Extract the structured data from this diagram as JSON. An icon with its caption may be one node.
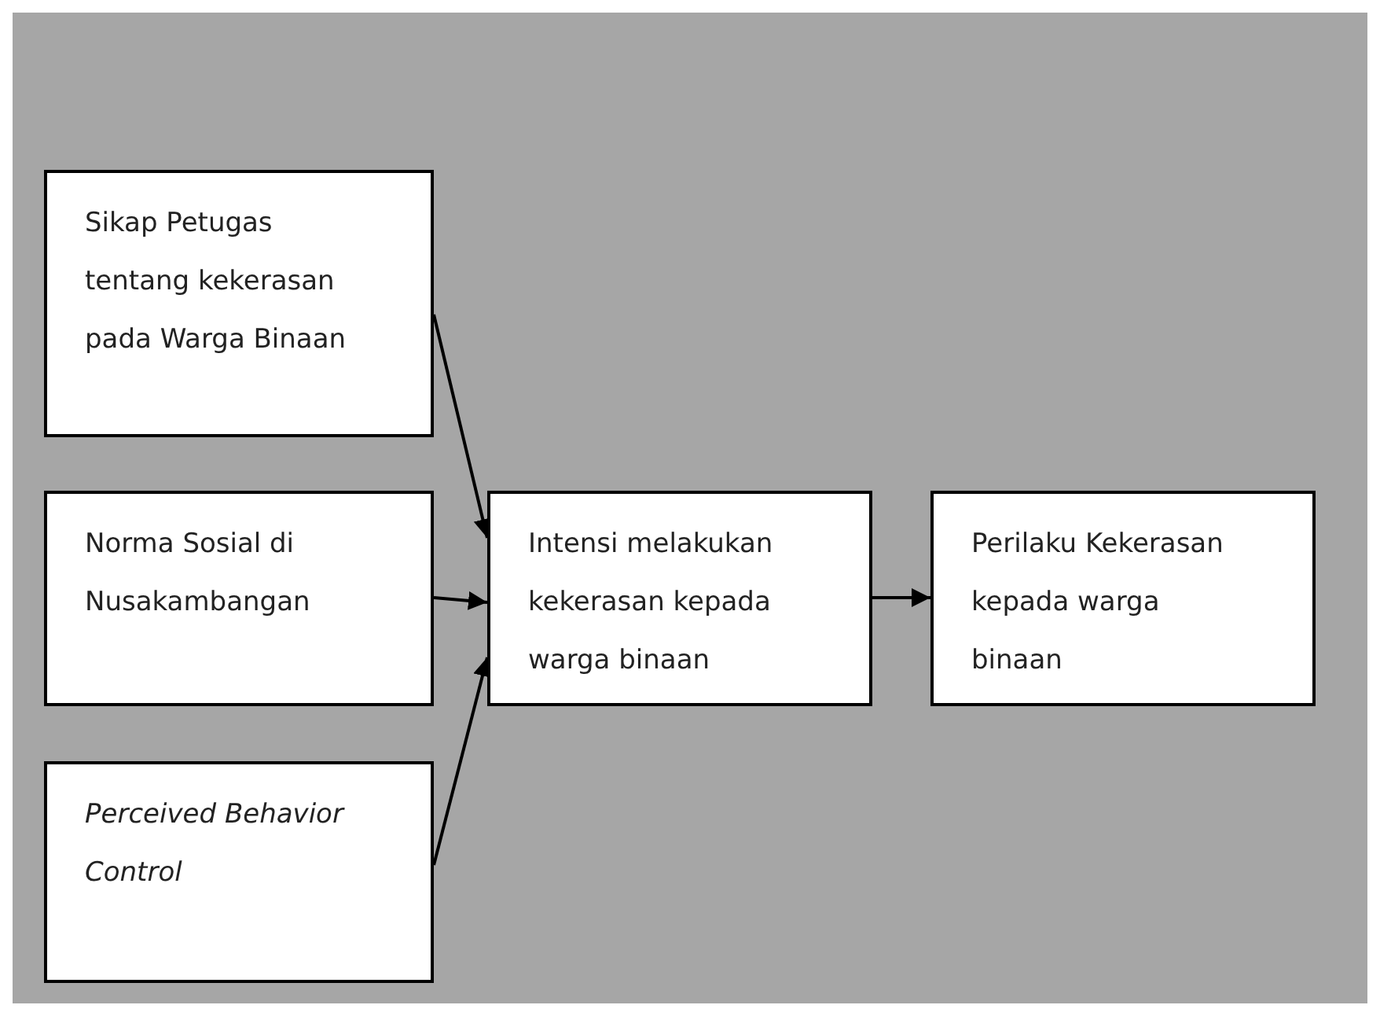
{
  "diagram": {
    "nodes": [
      {
        "text": [
          "Sikap Petugas tentang kekerasan pada Warga Binaan"
        ]
      },
      {
        "text": [
          "Norma Sosial di Nusakambangan"
        ]
      },
      {
        "text": [
          "Perceived Behavior Control"
        ]
      },
      {
        "text": [
          "Intensi melakukan kekerasan kepada warga binaan"
        ]
      },
      {
        "text": [
          "Perilaku Kekerasan kepada warga binaan"
        ]
      }
    ],
    "edges": [
      {
        "from": 0,
        "to": 3,
        "arrow": "to"
      },
      {
        "from": 1,
        "to": 3,
        "arrow": "to"
      },
      {
        "from": 2,
        "to": 3,
        "arrow": "to"
      },
      {
        "from": 3,
        "to": 4,
        "arrow": "to"
      }
    ]
  }
}
